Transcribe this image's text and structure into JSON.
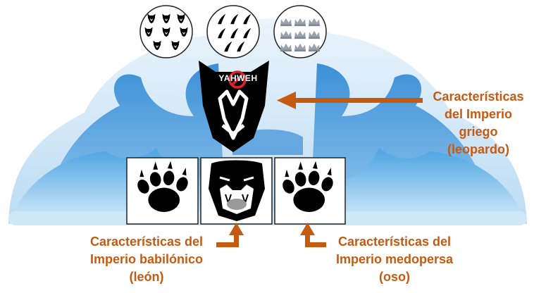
{
  "labels": {
    "greek": [
      "Características",
      "del Imperio",
      "griego",
      "(leopardo)"
    ],
    "babylon": [
      "Características del",
      "Imperio babilónico",
      "(león)"
    ],
    "medopersia": [
      "Características del",
      "Imperio medopersa",
      "(oso)"
    ]
  },
  "banner_text": "YAHWEH",
  "icons": {
    "top_circles": [
      "leopard-heads-icon",
      "wings-icon",
      "crowns-icon"
    ],
    "bottom_tiles": [
      "bear-paw-icon",
      "lion-face-icon",
      "bear-paw-icon"
    ],
    "center": "leopard-head-icon",
    "prohibition": "no-symbol-icon"
  },
  "colors": {
    "accent": "#c55a11",
    "sea_dark": "#2e8fd6",
    "sea_light": "#cfe8f8",
    "prohibit_red": "#e0202a"
  }
}
